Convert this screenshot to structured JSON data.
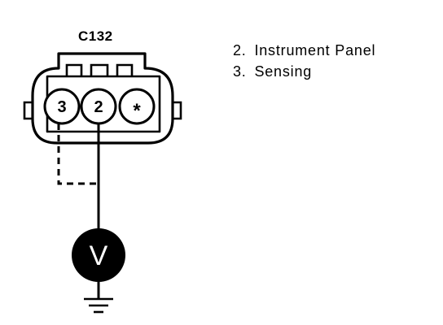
{
  "connector": {
    "name": "C132",
    "pins": [
      {
        "label": "3"
      },
      {
        "label": "2"
      },
      {
        "label": "*"
      }
    ]
  },
  "legend": [
    {
      "number": "2.",
      "text": "Instrument Panel"
    },
    {
      "number": "3.",
      "text": "Sensing"
    }
  ],
  "meter": {
    "symbol": "V"
  },
  "icons": {
    "ground": "ground-icon",
    "meter": "voltmeter-icon"
  },
  "colors": {
    "line": "#000000",
    "meter_fill": "#000000",
    "meter_text": "#ffffff"
  }
}
